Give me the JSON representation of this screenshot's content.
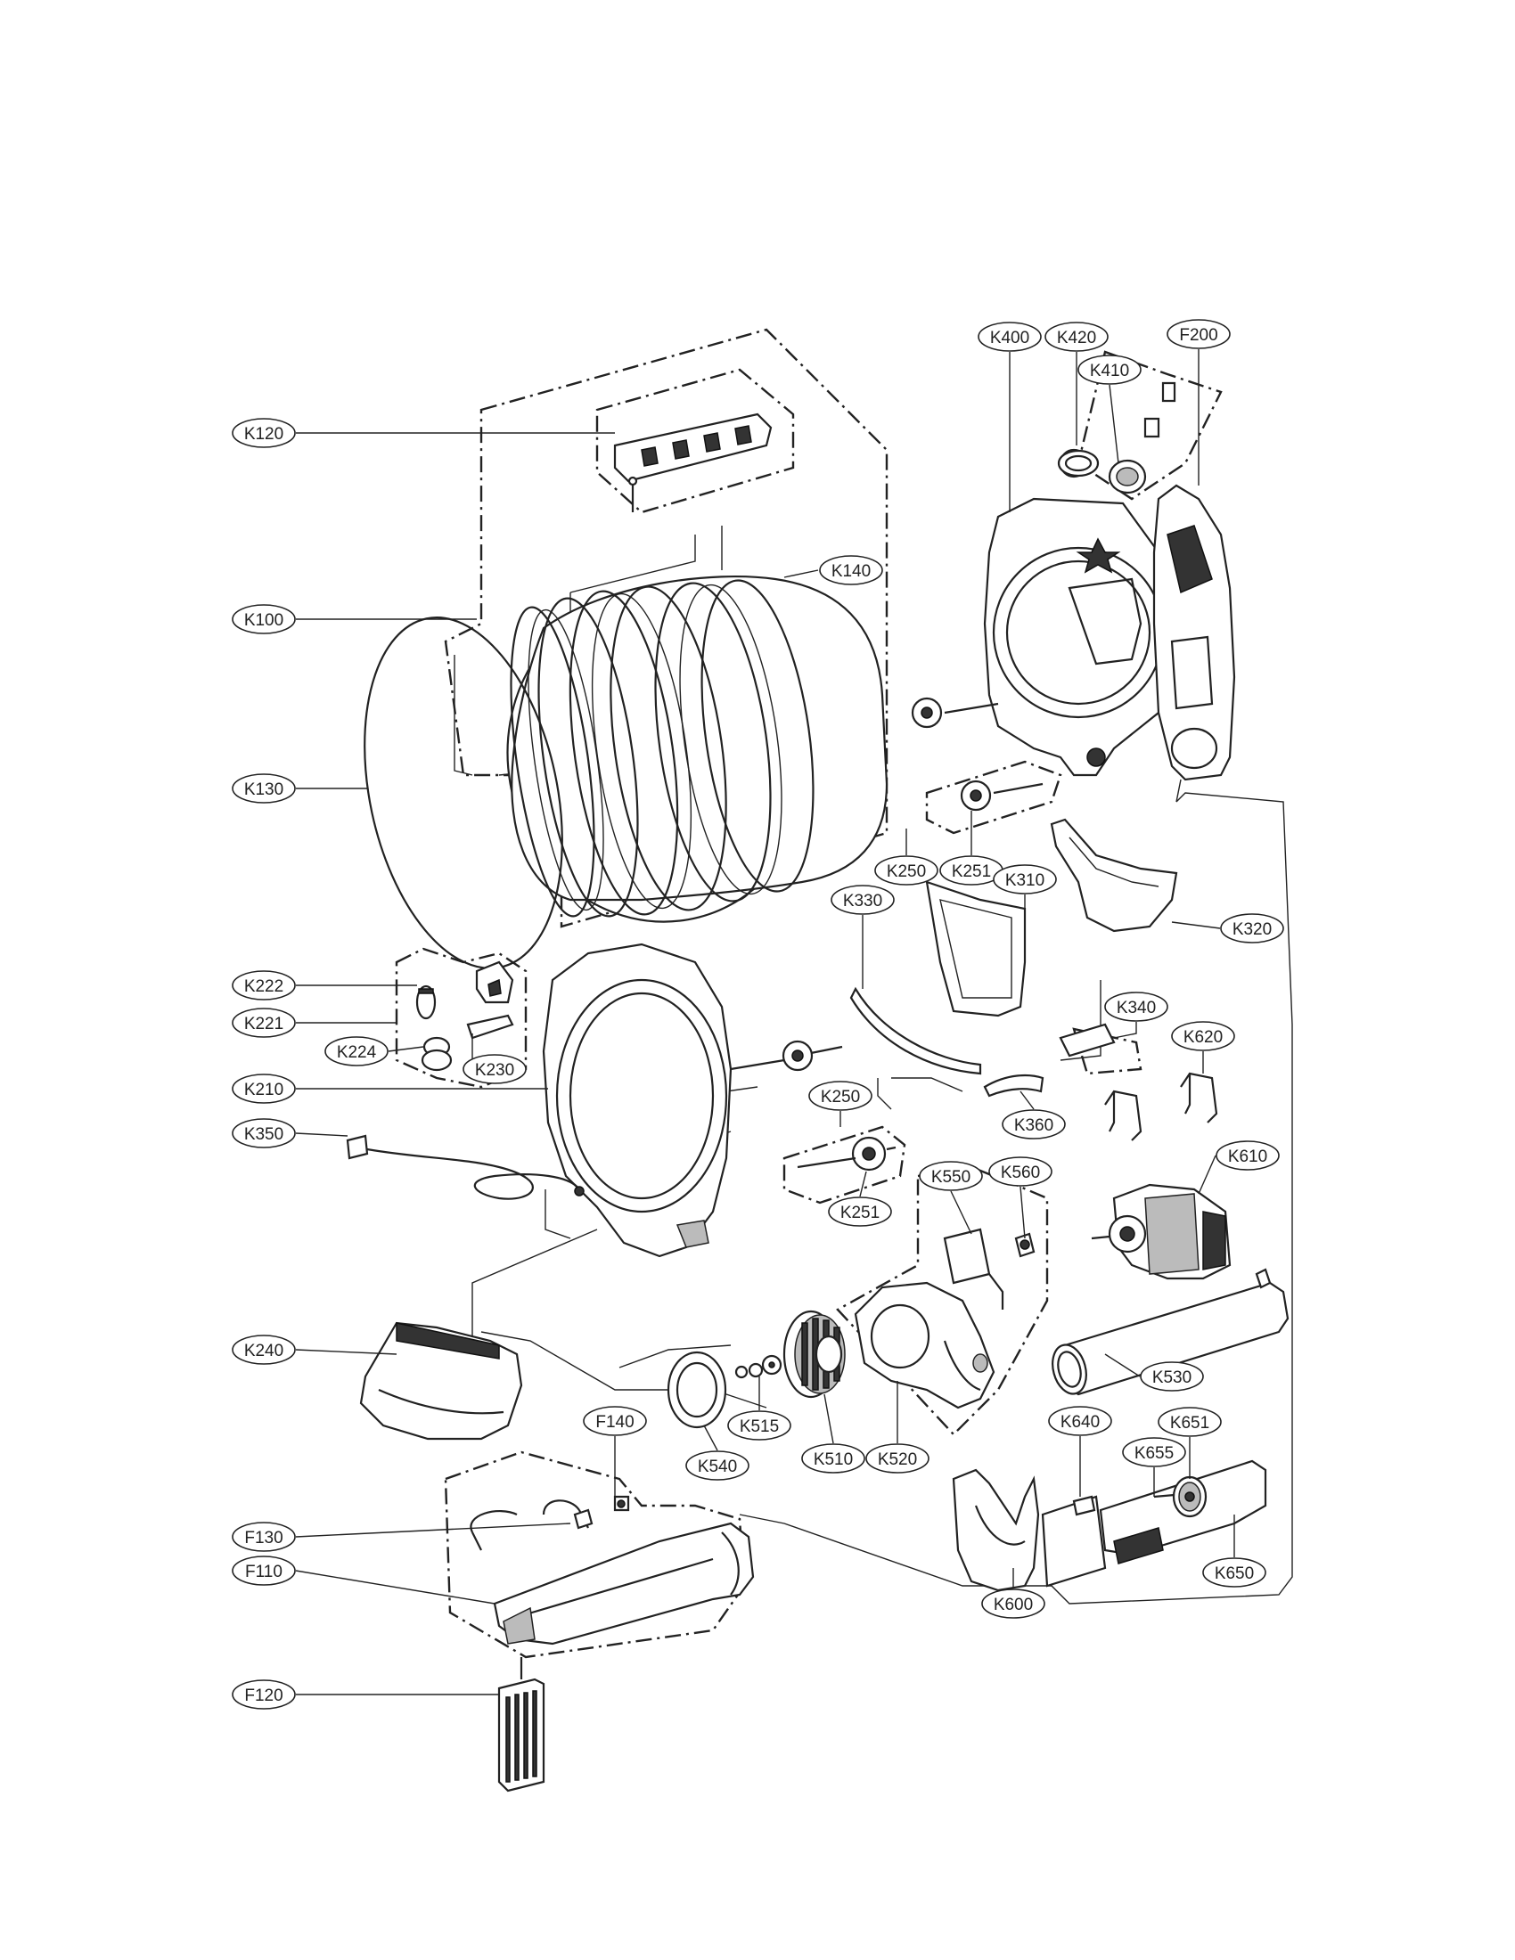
{
  "labels": {
    "K120": "K120",
    "K100": "K100",
    "K130": "K130",
    "K140": "K140",
    "K400": "K400",
    "K420": "K420",
    "K410": "K410",
    "F200": "F200",
    "K250a": "K250",
    "K251a": "K251",
    "K320": "K320",
    "K310": "K310",
    "K330": "K330",
    "K340": "K340",
    "K620": "K620",
    "K222": "K222",
    "K221": "K221",
    "K224": "K224",
    "K230": "K230",
    "K210": "K210",
    "K350": "K350",
    "K250b": "K250",
    "K251b": "K251",
    "K360": "K360",
    "K610": "K610",
    "K550": "K550",
    "K560": "K560",
    "K240": "K240",
    "K530": "K530",
    "K515": "K515",
    "K540": "K540",
    "K510": "K510",
    "K520": "K520",
    "K640": "K640",
    "K651": "K651",
    "K655": "K655",
    "F140": "F140",
    "F130": "F130",
    "F110": "F110",
    "K650": "K650",
    "K600": "K600",
    "F120": "F120"
  }
}
